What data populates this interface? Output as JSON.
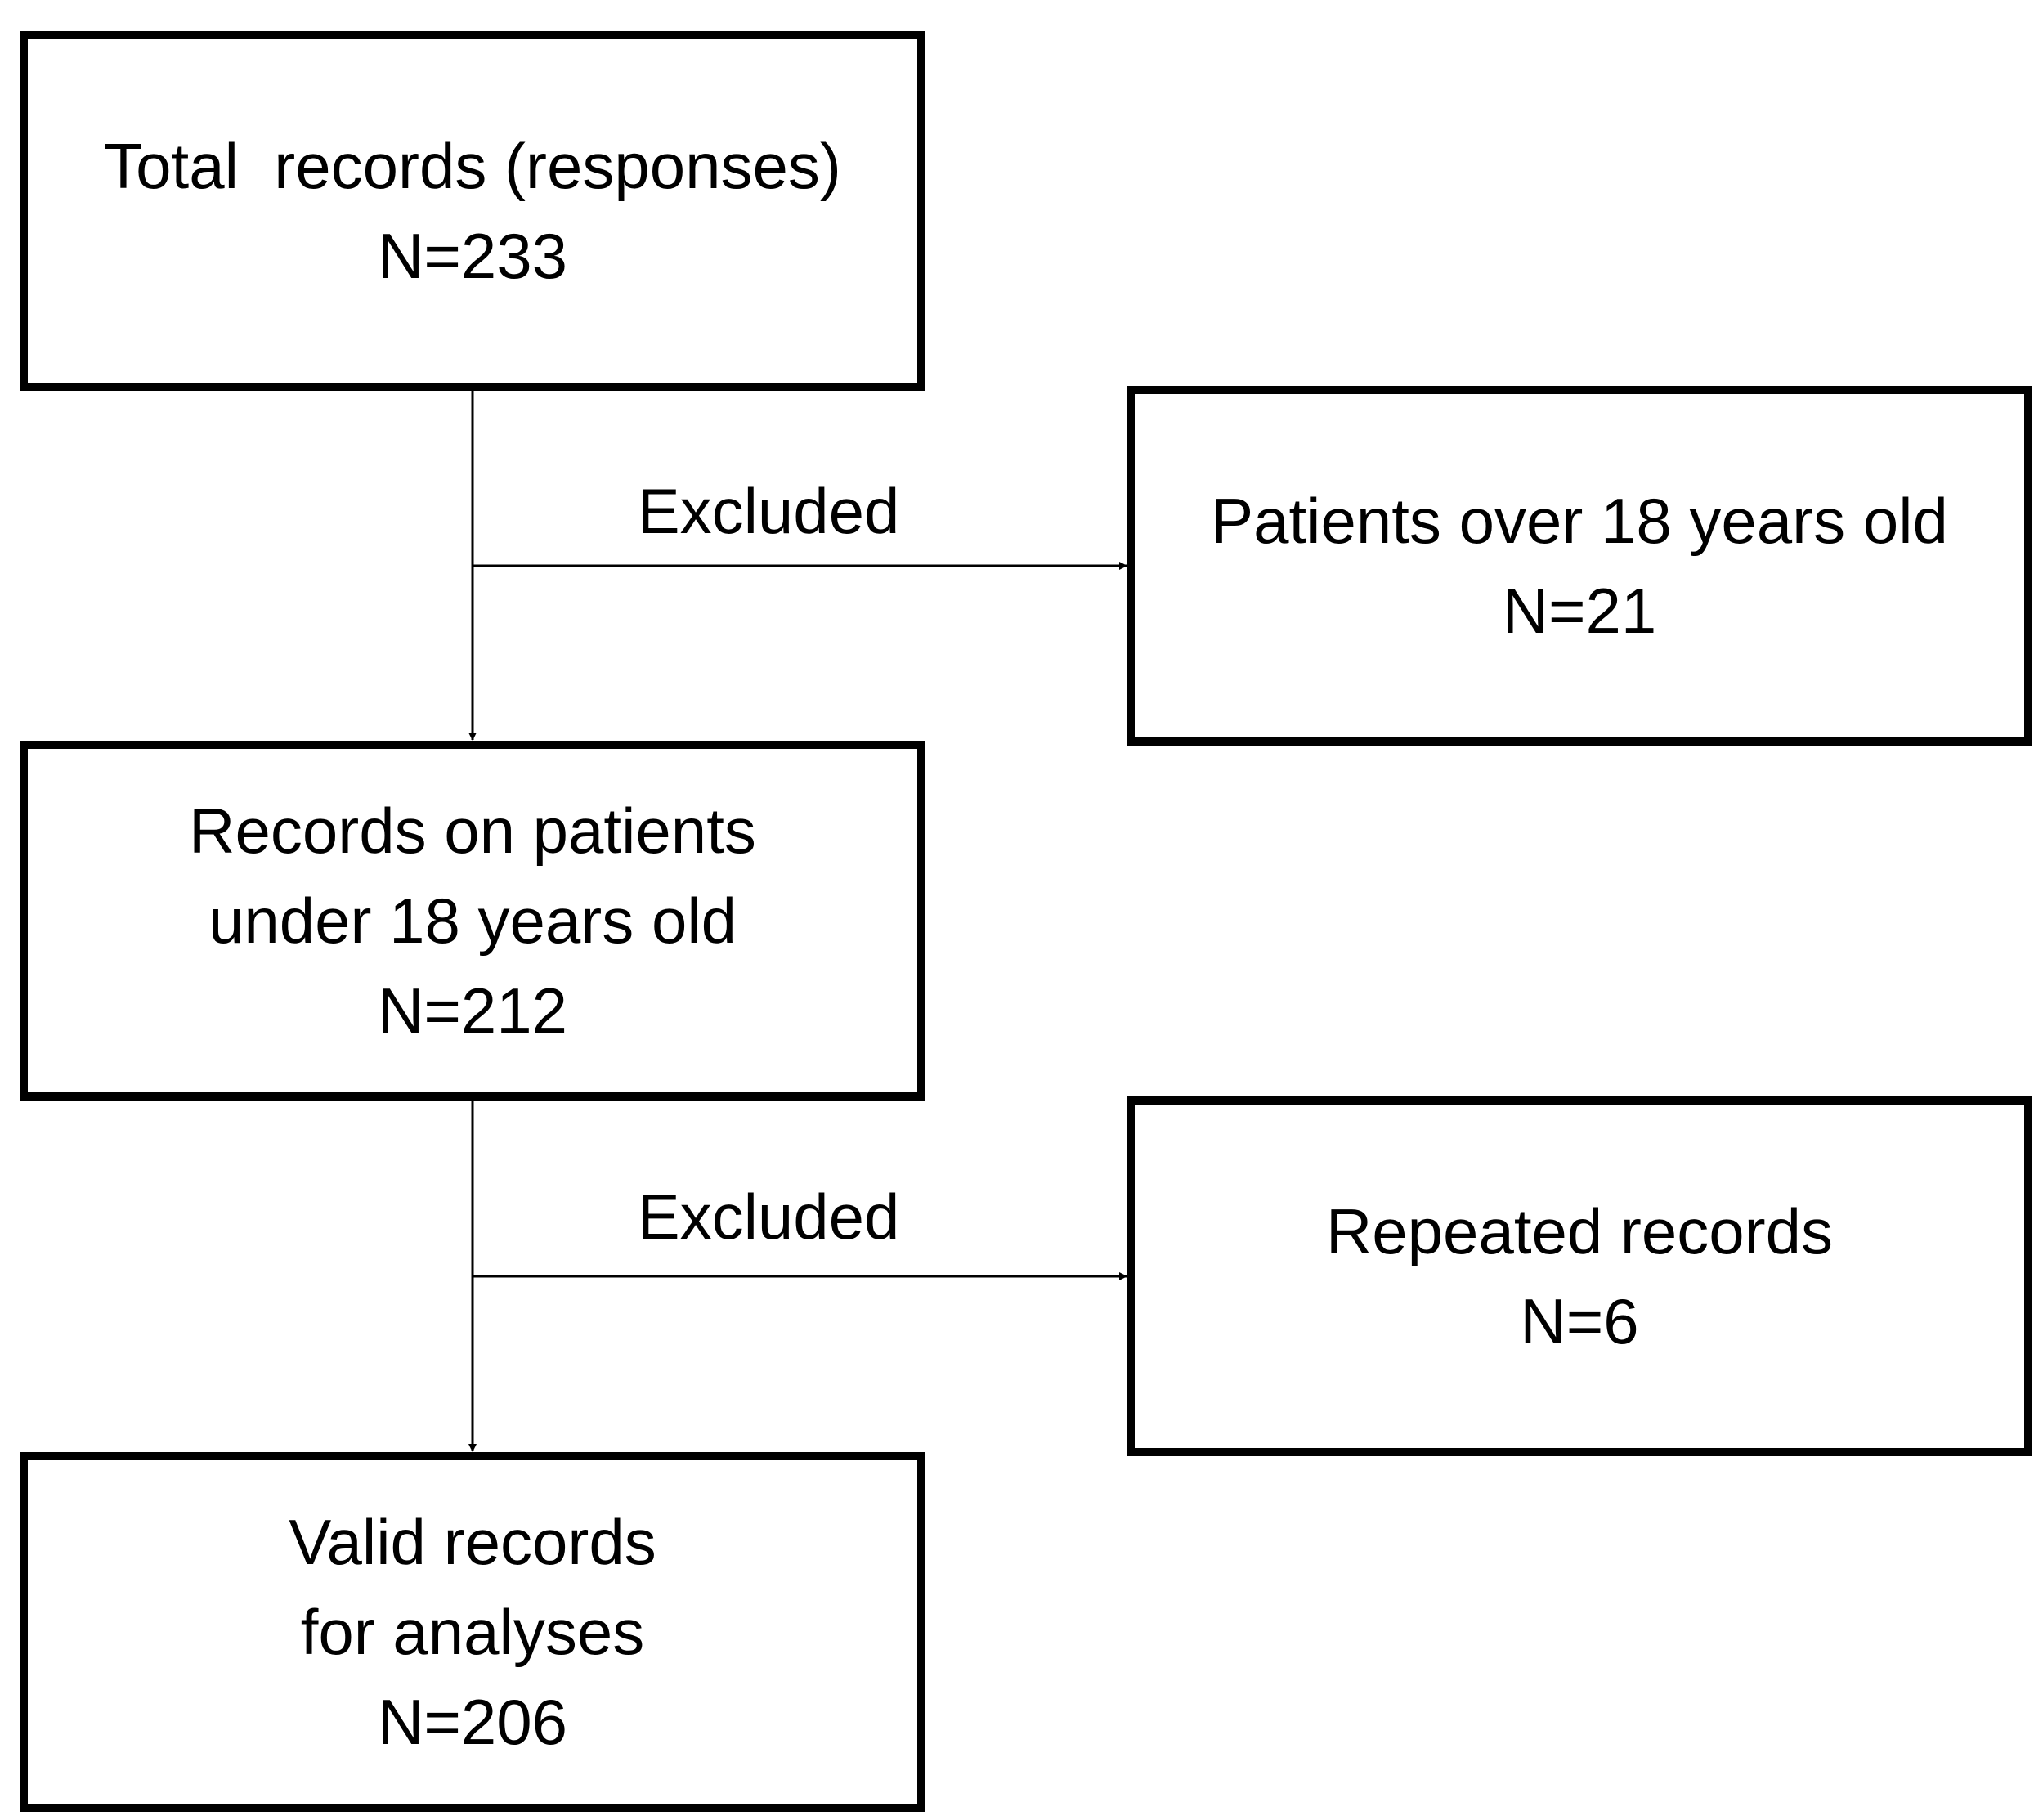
{
  "nodes": {
    "total": {
      "lines": [
        "Total  records (responses)",
        "N=233"
      ]
    },
    "excluded_age": {
      "lines": [
        "Patients over 18 years old",
        "N=21"
      ]
    },
    "under18": {
      "lines": [
        "Records on patients",
        "under 18 years old",
        "N=212"
      ]
    },
    "repeated": {
      "lines": [
        "Repeated records",
        "N=6"
      ]
    },
    "valid": {
      "lines": [
        "Valid records",
        "for analyses",
        "N=206"
      ]
    }
  },
  "edges": {
    "exclusion_1": {
      "label": "Excluded"
    },
    "exclusion_2": {
      "label": "Excluded"
    }
  },
  "colors": {
    "stroke": "#000000",
    "background": "#ffffff"
  }
}
